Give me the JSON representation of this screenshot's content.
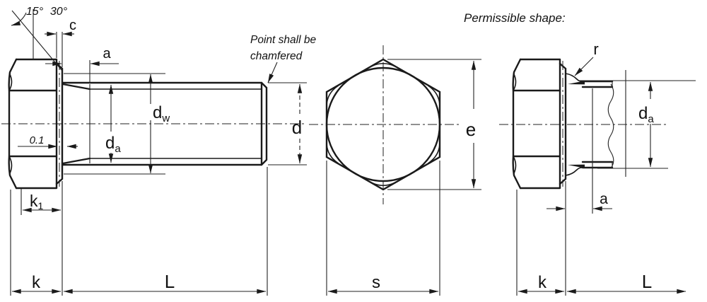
{
  "drawing": {
    "title": "Permissible shape:",
    "note_line1": "Point shall be",
    "note_line2": "chamfered"
  },
  "labels": {
    "angle_15": "15°",
    "angle_30": "30°",
    "c": "c",
    "a_left": "a",
    "d_w_base": "d",
    "d_w_sub": "w",
    "d_a_left_base": "d",
    "d_a_left_sub": "a",
    "tolerance": "0.1",
    "k1_base": "k",
    "k1_sub": "1",
    "k_left": "k",
    "L_left": "L",
    "d": "d",
    "e": "e",
    "s": "s",
    "r": "r",
    "d_a_right_base": "d",
    "d_a_right_sub": "a",
    "a_right": "a",
    "k_right": "k",
    "L_right": "L"
  },
  "colors": {
    "line": "#1a1a1a",
    "text": "#111111",
    "background": "#ffffff"
  }
}
